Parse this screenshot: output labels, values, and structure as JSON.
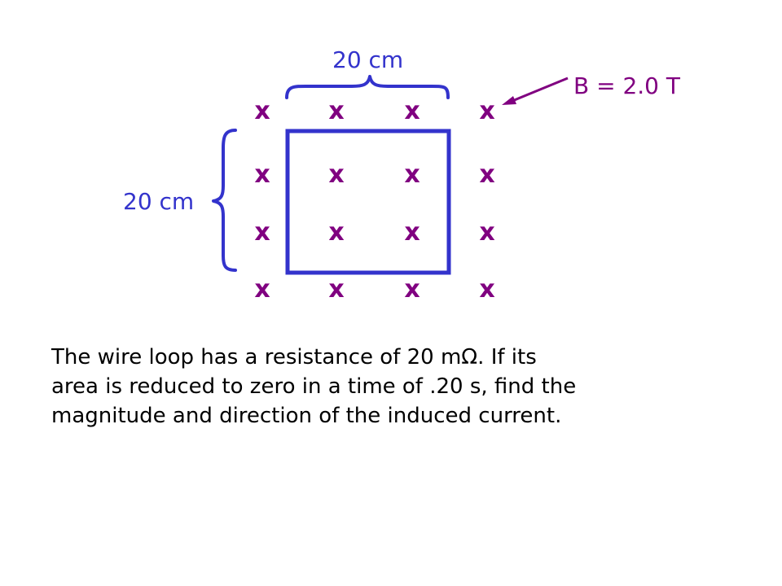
{
  "diagram": {
    "top_dimension": "20 cm",
    "side_dimension": "20 cm",
    "field_label": "B = 2.0 T",
    "field_symbol": "x",
    "colors": {
      "loop": "#3333CC",
      "dimension": "#3333CC",
      "field": "#800080",
      "text": "#000000"
    }
  },
  "problem": {
    "lines": [
      "The wire loop has a resistance of 20 mΩ.  If its",
      "area is reduced to zero in a time of .20 s, find the",
      "magnitude and direction of the induced current."
    ]
  }
}
